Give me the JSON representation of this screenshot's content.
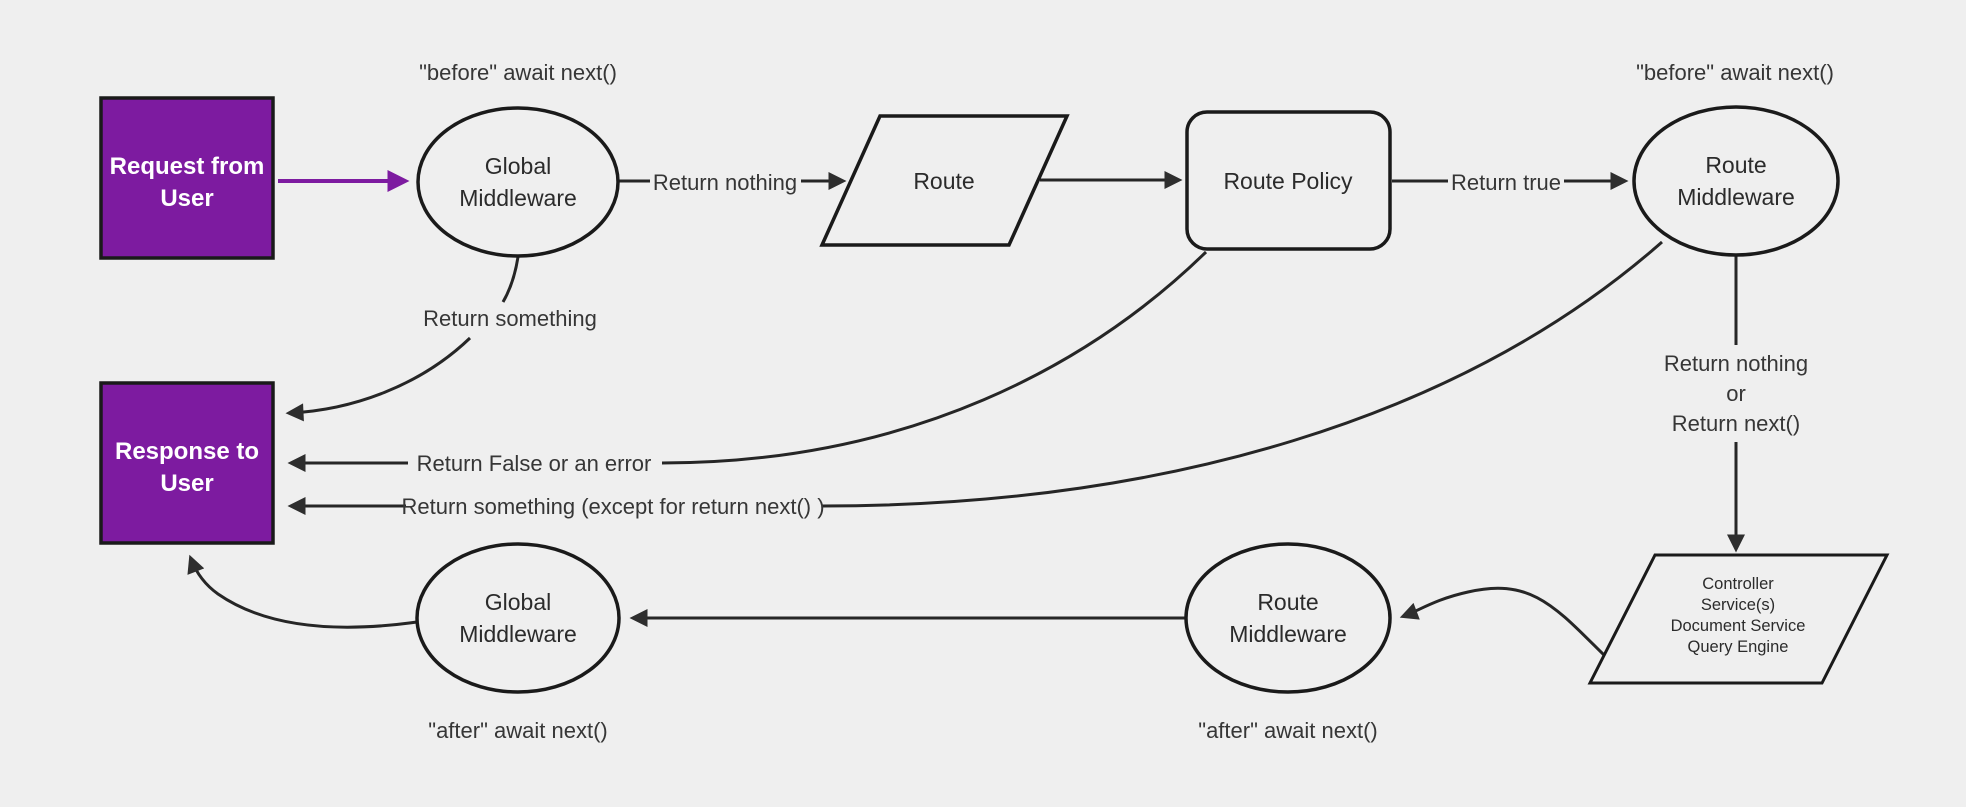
{
  "colors": {
    "background": "#efefef",
    "edge_stroke": "#262626",
    "node_stroke": "#1a1a1a",
    "accent_purple": "#7d1ba0",
    "node_text": "#2b2b2b",
    "box_text": "#ffffff"
  },
  "nodes": {
    "request_box": {
      "line1": "Request from",
      "line2": "User"
    },
    "response_box": {
      "line1": "Response to",
      "line2": "User"
    },
    "global_middleware_top": {
      "line1": "Global",
      "line2": "Middleware"
    },
    "route_node": {
      "label": "Route"
    },
    "route_policy": {
      "label": "Route Policy"
    },
    "route_middleware_top": {
      "line1": "Route",
      "line2": "Middleware"
    },
    "route_middleware_bottom": {
      "line1": "Route",
      "line2": "Middleware"
    },
    "global_middleware_bottom": {
      "line1": "Global",
      "line2": "Middleware"
    },
    "controller_block": {
      "line1": "Controller",
      "line2": "Service(s)",
      "line3": "Document Service",
      "line4": "Query Engine"
    }
  },
  "edge_labels": {
    "before_await_global": "\"before\" await next()",
    "before_await_route": "\"before\" await next()",
    "after_await_global": "\"after\" await next()",
    "after_await_route": "\"after\" await next()",
    "return_nothing": "Return nothing",
    "return_true": "Return true",
    "return_something": "Return something",
    "return_false_or_error": "Return False or an error",
    "return_something_except": "Return something (except for return next() )",
    "return_nothing_or_line1": "Return nothing",
    "return_nothing_or_line2": "or",
    "return_nothing_or_line3": "Return next()"
  }
}
